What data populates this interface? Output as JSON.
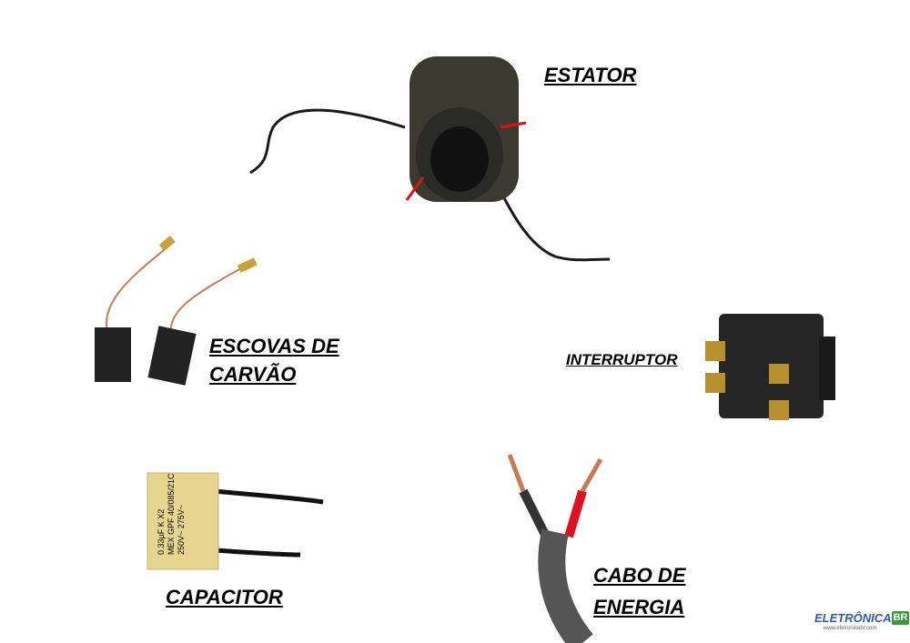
{
  "labels": {
    "stator": "ESTATOR",
    "brushes_line1": "ESCOVAS DE",
    "brushes_line2": "CARVÃO",
    "switch": "INTERRUPTOR",
    "capacitor": "CAPACITOR",
    "cable_line1": "CABO DE",
    "cable_line2": "ENERGIA"
  },
  "capacitor_marking": [
    "0.33µF K X2",
    "MEX GPF 40/085/21C",
    "250V~ 275V~"
  ],
  "logo": {
    "name": "ELETRÔNICA",
    "badge": "BR",
    "url": "www.eletronicabr.com"
  }
}
